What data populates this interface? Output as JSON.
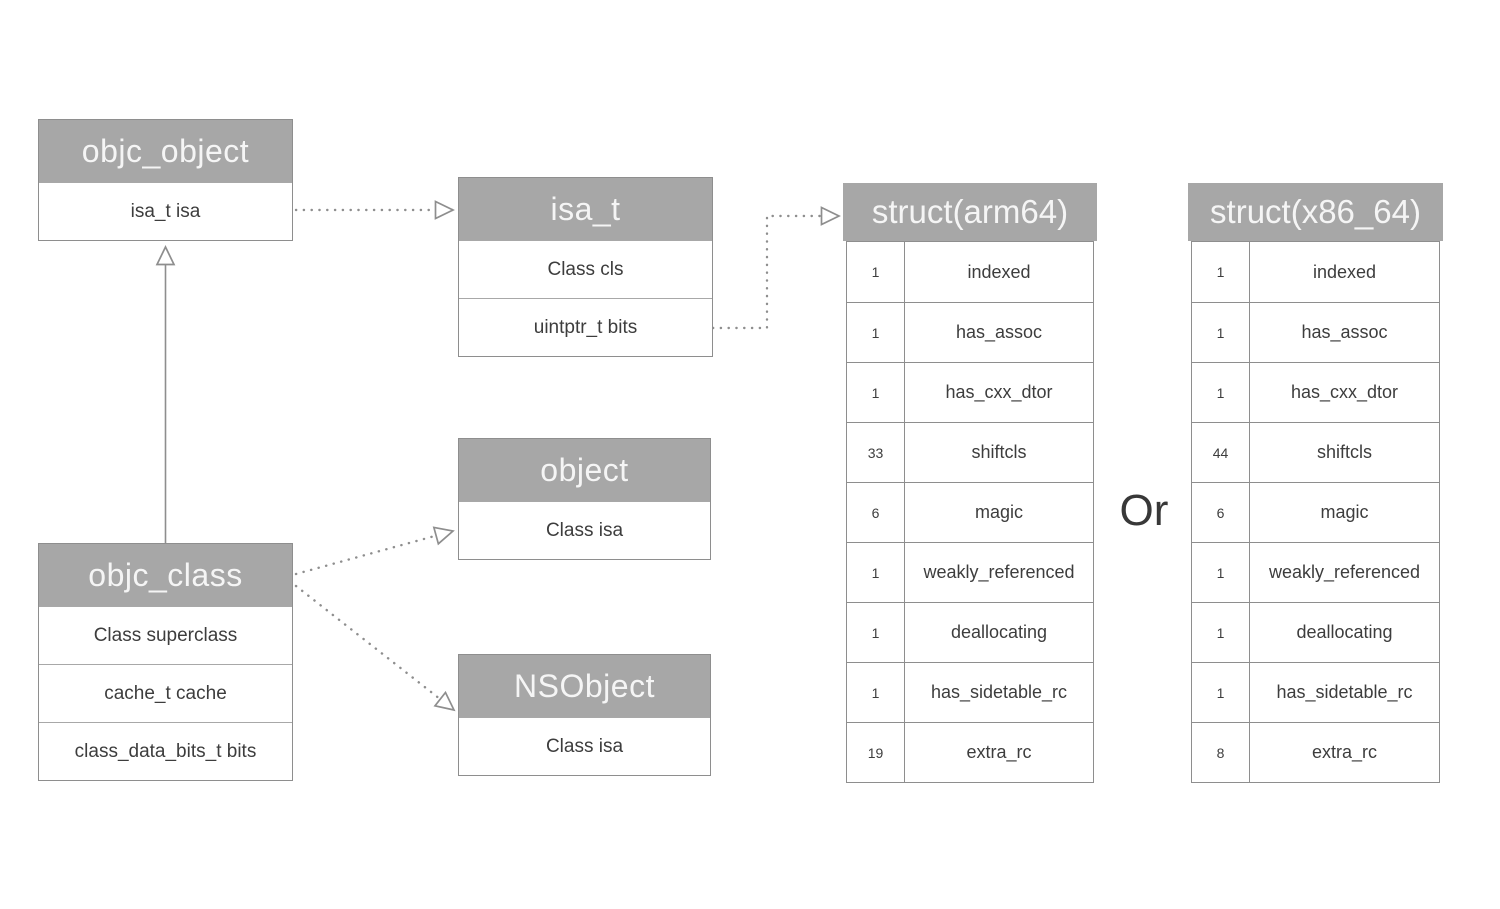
{
  "colors": {
    "header_bg": "#a7a7a7",
    "header_text": "#f5f5f5",
    "body_text": "#3d3d3d",
    "border": "#8e8e8e",
    "connector": "#8e8e8e",
    "background": "#ffffff"
  },
  "classes": [
    {
      "title": "objc_object",
      "fields": [
        "isa_t isa"
      ]
    },
    {
      "title": "isa_t",
      "fields": [
        "Class cls",
        "uintptr_t bits"
      ]
    },
    {
      "title": "object",
      "fields": [
        "Class isa"
      ]
    },
    {
      "title": "NSObject",
      "fields": [
        "Class isa"
      ]
    },
    {
      "title": "objc_class",
      "fields": [
        "Class superclass",
        "cache_t cache",
        "class_data_bits_t bits"
      ]
    }
  ],
  "structs": [
    {
      "title": "struct(arm64)",
      "rows": [
        {
          "bits": "1",
          "name": "indexed"
        },
        {
          "bits": "1",
          "name": "has_assoc"
        },
        {
          "bits": "1",
          "name": "has_cxx_dtor"
        },
        {
          "bits": "33",
          "name": "shiftcls"
        },
        {
          "bits": "6",
          "name": "magic"
        },
        {
          "bits": "1",
          "name": "weakly_referenced"
        },
        {
          "bits": "1",
          "name": "deallocating"
        },
        {
          "bits": "1",
          "name": "has_sidetable_rc"
        },
        {
          "bits": "19",
          "name": "extra_rc"
        }
      ]
    },
    {
      "title": "struct(x86_64)",
      "rows": [
        {
          "bits": "1",
          "name": "indexed"
        },
        {
          "bits": "1",
          "name": "has_assoc"
        },
        {
          "bits": "1",
          "name": "has_cxx_dtor"
        },
        {
          "bits": "44",
          "name": "shiftcls"
        },
        {
          "bits": "6",
          "name": "magic"
        },
        {
          "bits": "1",
          "name": "weakly_referenced"
        },
        {
          "bits": "1",
          "name": "deallocating"
        },
        {
          "bits": "1",
          "name": "has_sidetable_rc"
        },
        {
          "bits": "8",
          "name": "extra_rc"
        }
      ]
    }
  ],
  "or_label": "Or"
}
